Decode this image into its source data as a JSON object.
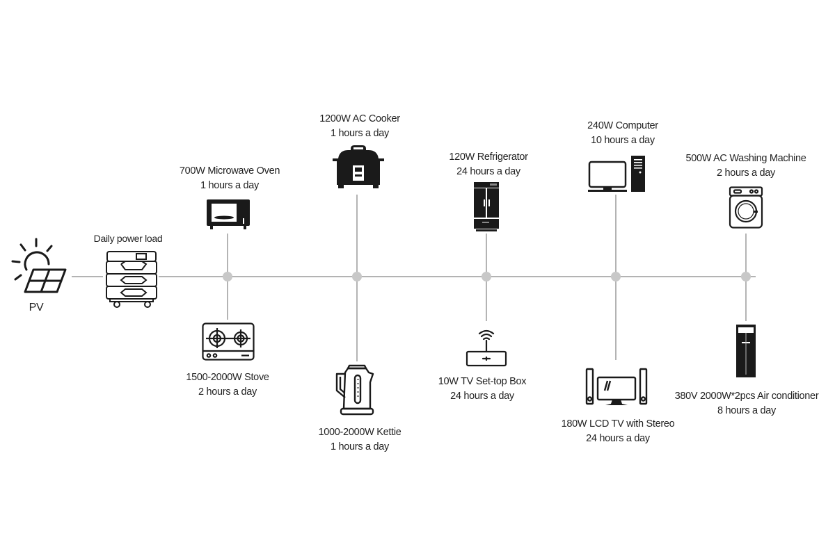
{
  "diagram": {
    "title": "Home energy storage daily power load diagram",
    "colors": {
      "line": "#9a9a9a",
      "node": "#c8c8c8",
      "icon": "#1a1a1a",
      "text": "#222222"
    },
    "source": {
      "label": "PV",
      "icon": "solar-panel-icon"
    },
    "storage": {
      "label": "Daily power load",
      "icon": "battery-stack-icon"
    },
    "loads_top": [
      {
        "name": "700W Microwave Oven",
        "usage": "1 hours a day",
        "icon": "microwave-icon"
      },
      {
        "name": "1200W AC Cooker",
        "usage": "1 hours a day",
        "icon": "rice-cooker-icon"
      },
      {
        "name": "120W Refrigerator",
        "usage": "24 hours a day",
        "icon": "refrigerator-icon"
      },
      {
        "name": "240W Computer",
        "usage": "10 hours a day",
        "icon": "desktop-computer-icon"
      },
      {
        "name": "500W AC Washing Machine",
        "usage": "2 hours a day",
        "icon": "washing-machine-icon"
      }
    ],
    "loads_bottom": [
      {
        "name": "1500-2000W Stove",
        "usage": "2 hours a day",
        "icon": "gas-stove-icon"
      },
      {
        "name": "1000-2000W Kettie",
        "usage": "1 hours a day",
        "icon": "kettle-icon"
      },
      {
        "name": "10W TV Set-top Box",
        "usage": "24 hours a day",
        "icon": "set-top-box-icon"
      },
      {
        "name": "180W LCD TV with Stereo",
        "usage": "24 hours a day",
        "icon": "tv-stereo-icon"
      },
      {
        "name": "380V 2000W*2pcs Air conditioner",
        "usage": "8 hours a day",
        "icon": "air-conditioner-icon"
      }
    ]
  }
}
